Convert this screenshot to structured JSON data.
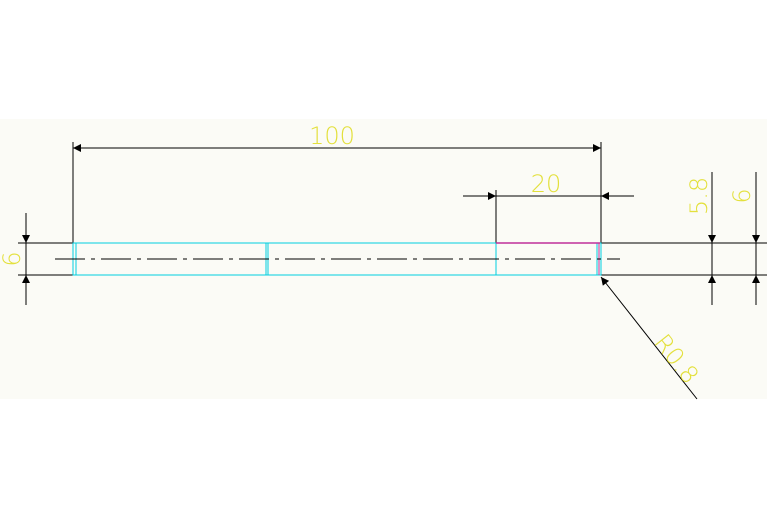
{
  "drawing": {
    "dimensions": {
      "overall_length": "100",
      "section_length": "20",
      "diameter_left": "6",
      "diameter_inner": "5.8",
      "diameter_right": "6",
      "radius": "R0.8"
    },
    "colors": {
      "background": "#ffffff",
      "sheet": "#fbfbf6",
      "dimension_line": "#000000",
      "dimension_text": "#e3e03c",
      "part_outline": "#00cfe0",
      "highlight_edge": "#c0309a",
      "centerline": "#000000"
    }
  }
}
